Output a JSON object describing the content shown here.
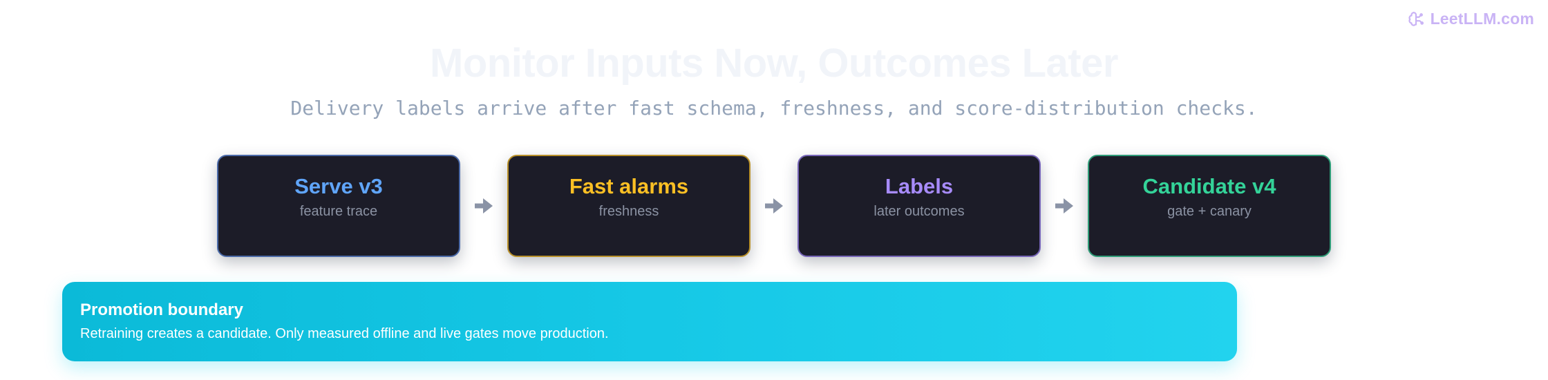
{
  "watermark": {
    "text": "LeetLLM.com",
    "icon": "brain-circuit-icon",
    "color": "#c9b3f5"
  },
  "header": {
    "title": "Monitor Inputs Now, Outcomes Later",
    "subtitle": "Delivery labels arrive after fast schema, freshness, and score-distribution checks."
  },
  "pipeline": {
    "stages": [
      {
        "title": "Serve v3",
        "subtitle": "feature trace",
        "accent": "#60a5fa",
        "border": "#4b6aa8"
      },
      {
        "title": "Fast alarms",
        "subtitle": "freshness",
        "accent": "#fbbf24",
        "border": "#b8902a"
      },
      {
        "title": "Labels",
        "subtitle": "later outcomes",
        "accent": "#a78bfa",
        "border": "#7766b8"
      },
      {
        "title": "Candidate v4",
        "subtitle": "gate + canary",
        "accent": "#34d399",
        "border": "#2f9c78"
      }
    ],
    "arrow_icon": "arrow-right-icon",
    "arrow_color": "#8a93a6"
  },
  "banner": {
    "title": "Promotion boundary",
    "text": "Retraining creates a candidate. Only measured offline and live gates move production."
  }
}
